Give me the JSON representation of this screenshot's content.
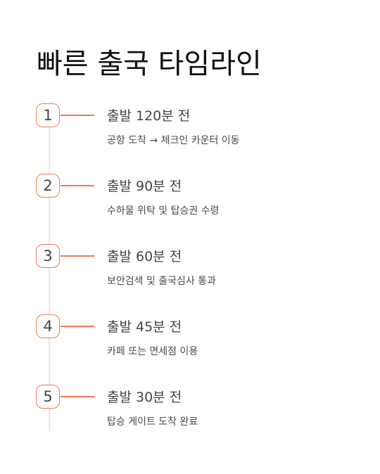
{
  "page": {
    "title": "빠른 출국 타임라인"
  },
  "colors": {
    "accent": "#f07a55",
    "line": "#e6e6e6",
    "text": "#444444"
  },
  "steps": [
    {
      "number": "1",
      "title": "출발 120분 전",
      "desc": "공항 도착 → 체크인 카운터 이동"
    },
    {
      "number": "2",
      "title": "출발 90분 전",
      "desc": "수하물 위탁 및 탑승권 수령"
    },
    {
      "number": "3",
      "title": "출발 60분 전",
      "desc": "보안검색 및 출국심사 통과"
    },
    {
      "number": "4",
      "title": "출발 45분 전",
      "desc": "카페 또는 면세점 이용"
    },
    {
      "number": "5",
      "title": "출발 30분 전",
      "desc": "탑승 게이트 도착 완료"
    }
  ]
}
